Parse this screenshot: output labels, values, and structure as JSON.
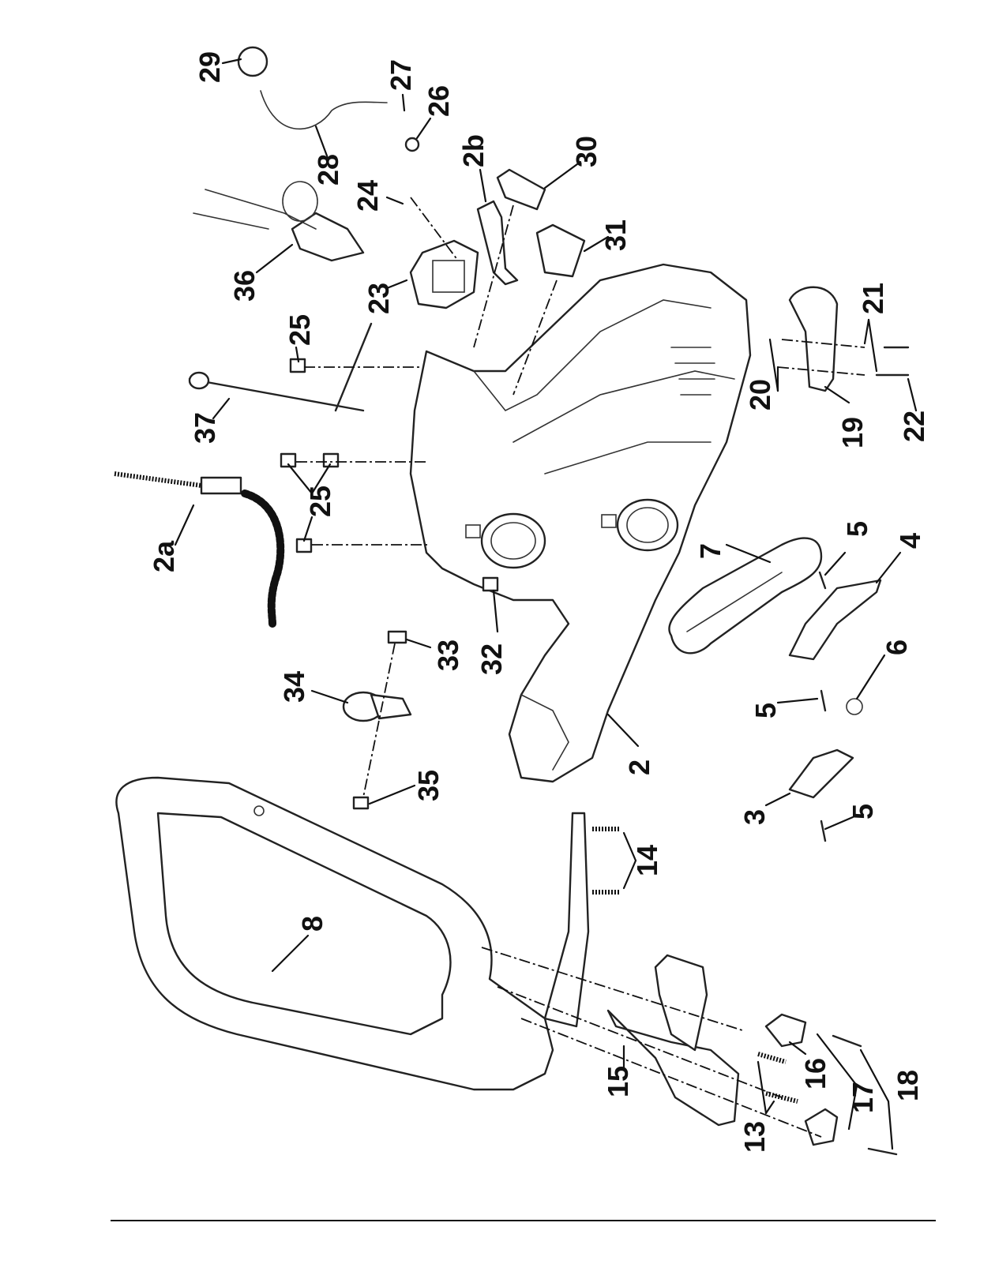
{
  "diagram": {
    "type": "exploded-parts-diagram",
    "callouts": [
      "2a",
      "37",
      "25",
      "25",
      "36",
      "28",
      "29",
      "27",
      "26",
      "24",
      "23",
      "2b",
      "30",
      "31",
      "32",
      "33",
      "34",
      "35",
      "2",
      "7",
      "5",
      "4",
      "6",
      "5",
      "3",
      "5",
      "19",
      "20",
      "21",
      "22",
      "8",
      "14",
      "15",
      "13",
      "16",
      "17",
      "18"
    ]
  },
  "colors": {
    "line": "#222222",
    "background": "#ffffff"
  }
}
